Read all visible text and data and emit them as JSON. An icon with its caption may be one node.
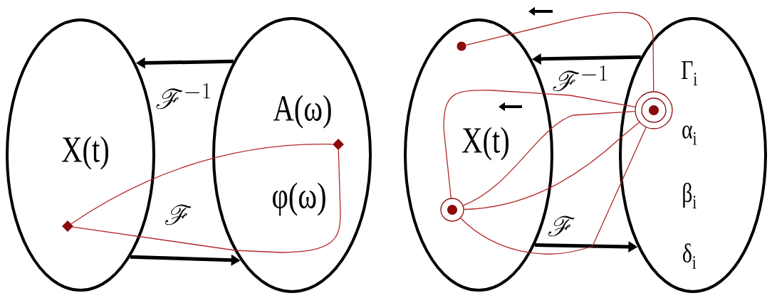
{
  "diagram": {
    "nodes": [
      {
        "text": [
          "X(t)"
        ]
      },
      {
        "text": [
          "A(ω)",
          "φ(ω)"
        ]
      },
      {
        "text": [],
        "shape": "diamond",
        "in": 0
      },
      {
        "text": [],
        "shape": "diamond",
        "in": 1
      },
      {
        "text": [
          "X(t)"
        ]
      },
      {
        "text": [
          "Γ$_{i}$",
          "α$_{i}$",
          "β$_{i}$",
          "δ$_{i}$"
        ]
      },
      {
        "text": [],
        "shape": "circle",
        "in": 4
      },
      {
        "text": [],
        "shape": "circle",
        "in": 4
      },
      {
        "text": [],
        "shape": "circle",
        "in": 5
      }
    ],
    "edges": [
      {
        "from": 1,
        "to": 0,
        "arrow": "to",
        "label": "\\mathscr{F}^{-1}",
        "style": "thick",
        "color": "#000000"
      },
      {
        "from": 0,
        "to": 1,
        "arrow": "to",
        "label": "\\mathscr{F}",
        "style": "thick",
        "color": "#000000"
      },
      {
        "from": 2,
        "to": 3,
        "arrow": "none"
      },
      {
        "from": 2,
        "to": 3,
        "arrow": "none"
      },
      {
        "from": 5,
        "to": 4,
        "arrow": "to",
        "label": "\\mathscr{F}^{-1}",
        "style": "thick",
        "color": "#000000"
      },
      {
        "from": 4,
        "to": 5,
        "arrow": "to",
        "label": "\\mathscr{F}",
        "style": "thick",
        "color": "#000000"
      },
      {
        "from": 6,
        "to": 8,
        "arrow": "none"
      },
      {
        "from": 7,
        "to": 8,
        "arrow": "none"
      },
      {
        "from": 7,
        "to": 8,
        "arrow": "none"
      },
      {
        "from": 7,
        "to": 8,
        "arrow": "none"
      },
      {
        "from": 7,
        "to": 8,
        "arrow": "none"
      }
    ]
  }
}
